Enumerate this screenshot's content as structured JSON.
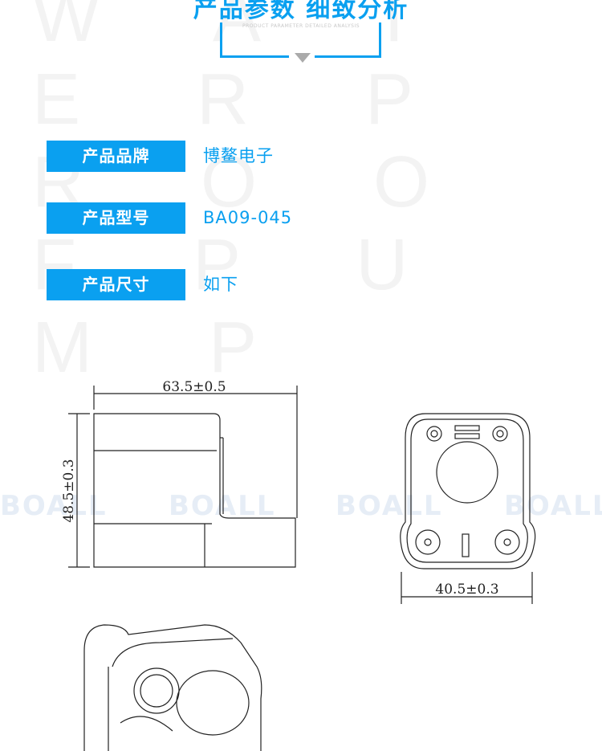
{
  "header": {
    "watermark": "W A T E R P R O O F  P U M P",
    "title": "产品参数 细致分析",
    "subtitle": "PRODUCT PARAMETER DETAILED ANALYSIS"
  },
  "params": [
    {
      "label": "产品品牌",
      "value": "博鳌电子"
    },
    {
      "label": "产品型号",
      "value": "BA09-045"
    },
    {
      "label": "产品尺寸",
      "value": "如下"
    }
  ],
  "drawing": {
    "width_dim": "63.5±0.5",
    "height_dim": "48.5±0.3",
    "bottom_dim": "40.5±0.3"
  },
  "watermark_logo": "BOALL",
  "colors": {
    "accent": "#0aa0f0"
  }
}
